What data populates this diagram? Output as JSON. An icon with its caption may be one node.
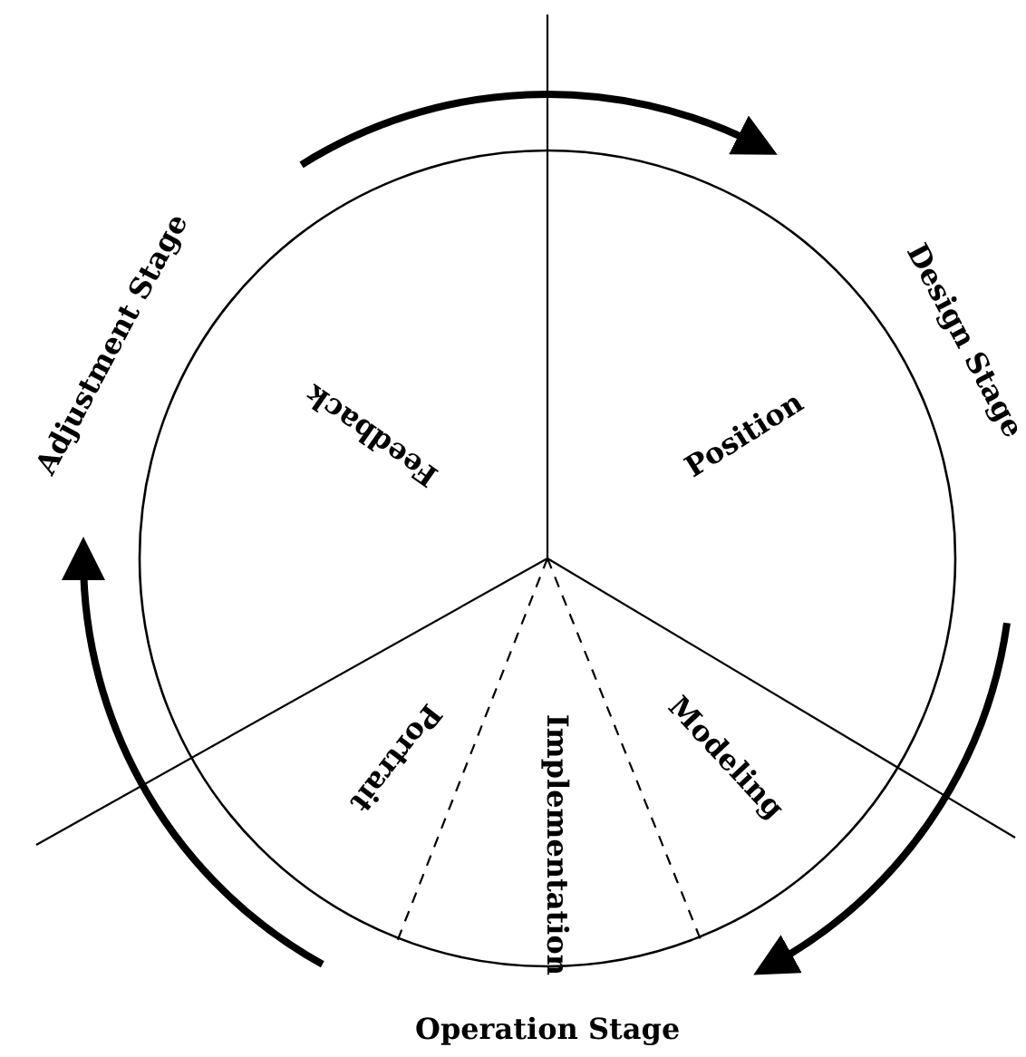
{
  "diagram": {
    "labels": [
      "Adjustment Stage",
      "Design Stage",
      "Feedback",
      "Position",
      "Portrait",
      "Implementation",
      "Modeling",
      "Operation Stage"
    ]
  }
}
